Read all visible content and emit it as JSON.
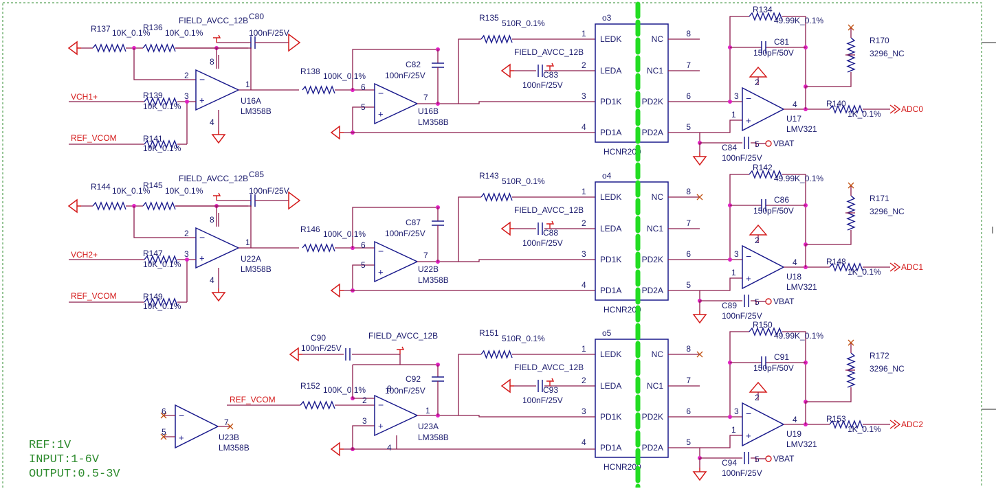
{
  "colors": {
    "wire": "#8b1a4a",
    "component": "#1a1a8c",
    "text": "#1a1a6c",
    "net_label": "#d41a1a",
    "junction": "#e020c0",
    "isolation_line": "#22dd22",
    "border": "#2e8b2e"
  },
  "notes": [
    "REF:1V",
    "INPUT:1-6V",
    "OUTPUT:0.5-3V"
  ],
  "channels": [
    {
      "in_res1_ref": "R137",
      "in_res1_val": "10K_0.1%",
      "in_res2_ref": "R136",
      "in_res2_val": "10K_0.1%",
      "supply_label": "FIELD_AVCC_12B",
      "cap1_ref": "C80",
      "cap1_val": "100nF/25V",
      "res_in_ref": "R139",
      "res_in_val": "10K_0.1%",
      "res_ref_ref": "R141",
      "res_ref_val": "10K_0.1%",
      "vin_label": "VCH1+",
      "vref_label": "REF_VCOM",
      "opamp1_ref": "U16A",
      "opamp1_type": "LM358B",
      "res_mid_ref": "R138",
      "res_mid_val": "100K_0.1%",
      "cap2_ref": "C82",
      "cap2_val": "100nF/25V",
      "opamp2_ref": "U16B",
      "opamp2_type": "LM358B",
      "res_led_ref": "R135",
      "res_led_val": "510R_0.1%",
      "iso_supply_label": "FIELD_AVCC_12B",
      "cap3_ref": "C83",
      "cap3_val": "100nF/25V",
      "iso_ref": "o3",
      "iso_part": "HCNR200",
      "fb_res_ref": "R134",
      "fb_res_val": "49.99K_0.1%",
      "fb_cap_ref": "C81",
      "fb_cap_val": "150pF/50V",
      "pot_ref": "R170",
      "pot_val": "3296_NC",
      "out_amp_ref": "U17",
      "out_amp_type": "LMV321",
      "out_res_ref": "R140",
      "out_res_val": "1K_0.1%",
      "out_label": "ADC0",
      "cap4_ref": "C84",
      "cap4_val": "100nF/25V",
      "vbat_label": "VBAT",
      "pins": {
        "p1": "1",
        "p2": "2",
        "p3": "3",
        "p4": "4",
        "p5": "5",
        "p6": "6",
        "p7": "7",
        "p8": "8"
      },
      "iso_pins": [
        "LEDK",
        "LEDA",
        "PD1K",
        "PD1A",
        "NC",
        "NC1",
        "PD2K",
        "PD2A"
      ],
      "op1_pins": {
        "inv": "2",
        "noninv": "3",
        "out": "1",
        "vcc": "8",
        "gnd": "4"
      },
      "op2_pins": {
        "inv": "6",
        "noninv": "5",
        "out": "7"
      }
    },
    {
      "in_res1_ref": "R144",
      "in_res1_val": "10K_0.1%",
      "in_res2_ref": "R145",
      "in_res2_val": "10K_0.1%",
      "supply_label": "FIELD_AVCC_12B",
      "cap1_ref": "C85",
      "cap1_val": "100nF/25V",
      "res_in_ref": "R147",
      "res_in_val": "10K_0.1%",
      "res_ref_ref": "R149",
      "res_ref_val": "10K_0.1%",
      "vin_label": "VCH2+",
      "vref_label": "REF_VCOM",
      "opamp1_ref": "U22A",
      "opamp1_type": "LM358B",
      "res_mid_ref": "R146",
      "res_mid_val": "100K_0.1%",
      "cap2_ref": "C87",
      "cap2_val": "100nF/25V",
      "opamp2_ref": "U22B",
      "opamp2_type": "LM358B",
      "res_led_ref": "R143",
      "res_led_val": "510R_0.1%",
      "iso_supply_label": "FIELD_AVCC_12B",
      "cap3_ref": "C88",
      "cap3_val": "100nF/25V",
      "iso_ref": "o4",
      "iso_part": "HCNR200",
      "fb_res_ref": "R142",
      "fb_res_val": "49.99K_0.1%",
      "fb_cap_ref": "C86",
      "fb_cap_val": "150pF/50V",
      "pot_ref": "R171",
      "pot_val": "3296_NC",
      "out_amp_ref": "U18",
      "out_amp_type": "LMV321",
      "out_res_ref": "R148",
      "out_res_val": "1K_0.1%",
      "out_label": "ADC1",
      "cap4_ref": "C89",
      "cap4_val": "100nF/25V",
      "vbat_label": "VBAT",
      "pins": {
        "p1": "1",
        "p2": "2",
        "p3": "3",
        "p4": "4",
        "p5": "5",
        "p6": "6",
        "p7": "7",
        "p8": "8"
      },
      "iso_pins": [
        "LEDK",
        "LEDA",
        "PD1K",
        "PD1A",
        "NC",
        "NC1",
        "PD2K",
        "PD2A"
      ],
      "op1_pins": {
        "inv": "2",
        "noninv": "3",
        "out": "1",
        "vcc": "8",
        "gnd": "4"
      },
      "op2_pins": {
        "inv": "6",
        "noninv": "5",
        "out": "7"
      }
    },
    {
      "cap1_ref": "C90",
      "cap1_val": "100nF/25V",
      "supply_label": "FIELD_AVCC_12B",
      "res_mid_ref": "R152",
      "res_mid_val": "100K_0.1%",
      "vref_label": "REF_VCOM",
      "cap2_ref": "C92",
      "cap2_val": "100nF/25V",
      "opamp2_ref": "U23A",
      "opamp2_type": "LM358B",
      "res_led_ref": "R151",
      "res_led_val": "510R_0.1%",
      "iso_supply_label": "FIELD_AVCC_12B",
      "cap3_ref": "C93",
      "cap3_val": "100nF/25V",
      "iso_ref": "o5",
      "iso_part": "HCNR200",
      "fb_res_ref": "R150",
      "fb_res_val": "49.99K_0.1%",
      "fb_cap_ref": "C91",
      "fb_cap_val": "150pF/50V",
      "pot_ref": "R172",
      "pot_val": "3296_NC",
      "out_amp_ref": "U19",
      "out_amp_type": "LMV321",
      "out_res_ref": "R153",
      "out_res_val": "1K_0.1%",
      "out_label": "ADC2",
      "cap4_ref": "C94",
      "cap4_val": "100nF/25V",
      "vbat_label": "VBAT",
      "pins": {
        "p1": "1",
        "p2": "2",
        "p3": "3",
        "p4": "4",
        "p5": "5",
        "p6": "6",
        "p7": "7",
        "p8": "8"
      },
      "iso_pins": [
        "LEDK",
        "LEDA",
        "PD1K",
        "PD1A",
        "NC",
        "NC1",
        "PD2K",
        "PD2A"
      ],
      "op2_pins": {
        "inv": "2",
        "noninv": "3",
        "out": "1",
        "vcc": "8",
        "gnd": "4"
      }
    }
  ],
  "unused_amp": {
    "ref": "U23B",
    "type": "LM358B",
    "pin_inv": "6",
    "pin_noninv": "5",
    "pin_out": "7"
  },
  "symbols": [
    "resistor-icon",
    "capacitor-icon",
    "opamp-icon",
    "ground-icon",
    "power-flag-icon",
    "no-connect-icon",
    "junction-dot-icon",
    "arrow-port-icon",
    "potentiometer-icon"
  ]
}
